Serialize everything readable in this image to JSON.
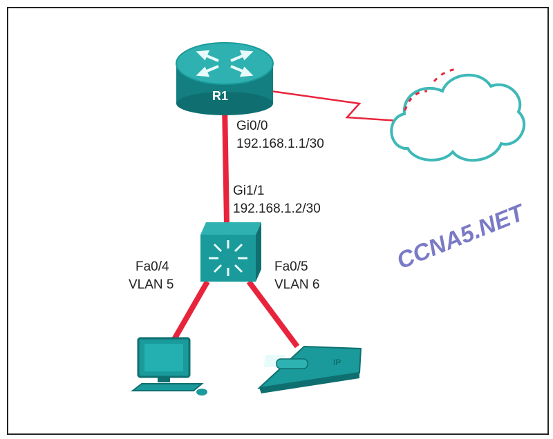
{
  "router": {
    "label": "R1",
    "interface": "Gi0/0",
    "address": "192.168.1.1/30"
  },
  "multilayer_switch": {
    "interface": "Gi1/1",
    "address": "192.168.1.2/30"
  },
  "pc_link": {
    "port": "Fa0/4",
    "vlan": "VLAN 5"
  },
  "phone_link": {
    "port": "Fa0/5",
    "vlan": "VLAN 6"
  },
  "watermark": "CCNA5.NET",
  "colors": {
    "device_teal": "#1a9a9a",
    "device_dark": "#0f6f70",
    "link_red": "#e8243c",
    "cloud_outline": "#3fb8b8",
    "watermark": "#6c6cc0"
  }
}
